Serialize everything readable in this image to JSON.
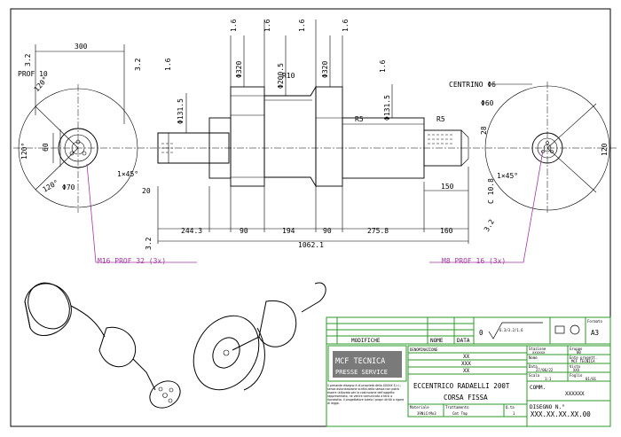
{
  "drawing": {
    "dimensions_top": [
      "300",
      "3.2",
      "3.2",
      "1.6",
      "1.6",
      "1.6",
      "1.6",
      "1.6",
      "1.6"
    ],
    "profile_labels": {
      "prof10": "PROF 10",
      "angle": "120°",
      "angle2": "120°",
      "angle3": "120°"
    },
    "left_view": {
      "d60": "60",
      "d70": "Φ70",
      "chamfer": "1×45°",
      "twenty": "20"
    },
    "diameters": {
      "d131a": "Φ131.5",
      "d320a": "Φ320",
      "d2005": "Φ200.5",
      "d320b": "Φ320",
      "d131b": "Φ131.5",
      "r10": "R10",
      "r5a": "R5",
      "r5b": "R5"
    },
    "right_view": {
      "centrino": "CENTRINO Φ6",
      "d60": "Φ60",
      "twentyeight": "28",
      "chamfer": "1×45°",
      "cone": "C 10.8",
      "d120": "120",
      "onefifty": "150",
      "ra": "3.2"
    },
    "bottom_dims": [
      "244.3",
      "90",
      "194",
      "90",
      "275.8",
      "160"
    ],
    "total_length": "1062.1",
    "left_ra": "3.2",
    "threads": {
      "left": "M16 PROF 32 (3x)",
      "right": "M8 PROF 16 (3x)"
    }
  },
  "title_block": {
    "revisions_header": {
      "modifiche": "MODIFICHE",
      "nome": "NOME",
      "data": "DATA"
    },
    "roughness": {
      "general": "0",
      "values": "6.3/3.2/1.6"
    },
    "formato_label": "Formato",
    "formato_value": "A3",
    "denominazione_label": "DENOMINAZIONE",
    "names": [
      "XX",
      "XXX",
      "XX"
    ],
    "title_line1": "ECCENTRICO RADAELLI 200T",
    "title_line2": "CORSA FISSA",
    "stazione_label": "Stazione",
    "stazione_value": "xxxxxx",
    "gruppo_label": "Gruppo",
    "gruppo_value": "00",
    "nome_label": "Nome",
    "nome_value": "XXX",
    "ente_label": "Ente progett.",
    "ente_value": "MCF TECNICA",
    "data_label": "Data",
    "data_value": "27/06/22",
    "visto_label": "Visto",
    "visto_value": "XXX",
    "scala_label": "Scala",
    "scala_value": "1:1",
    "foglio_label": "Foglio",
    "foglio_value": "01/01",
    "comm_label": "COMM.",
    "comm_value": "XXXXXX",
    "materiale_label": "Materiale",
    "materiale_value": "39NiCrMo3",
    "trattamento_label": "Trattamento",
    "trattamento_value": "Cmt Tmp",
    "qta_label": "Q.ta",
    "qta_value": "1",
    "disegno_label": "DISEGNO N.°",
    "disegno_value": "XXX.XX.XX.XX.00",
    "logo_line1": "MCF TECNICA",
    "logo_line2": "PRESSE SERVICE",
    "disclaimer": "Il presente disegno è di proprietà della XXXXX S.r.l.; senza autorizzazione scritta della stessa non potrà essere utilizzato per la costruzione dell'oggetto rappresentato, ne venire comunicato a terzi o riprodotto. Il progettatore tutela i propri diritti a rigore di legge."
  }
}
